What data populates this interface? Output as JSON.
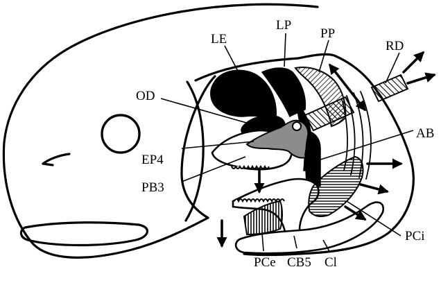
{
  "labels": {
    "le": "LE",
    "lp": "LP",
    "pp": "PP",
    "rd": "RD",
    "od": "OD",
    "ab": "AB",
    "ep4": "EP4",
    "pb3": "PB3",
    "pci": "PCi",
    "pce": "PCe",
    "cb5": "CB5",
    "cl": "Cl"
  },
  "colors": {
    "ink": "#000000",
    "bone_gray": "#8c8c8c",
    "background": "#ffffff"
  }
}
